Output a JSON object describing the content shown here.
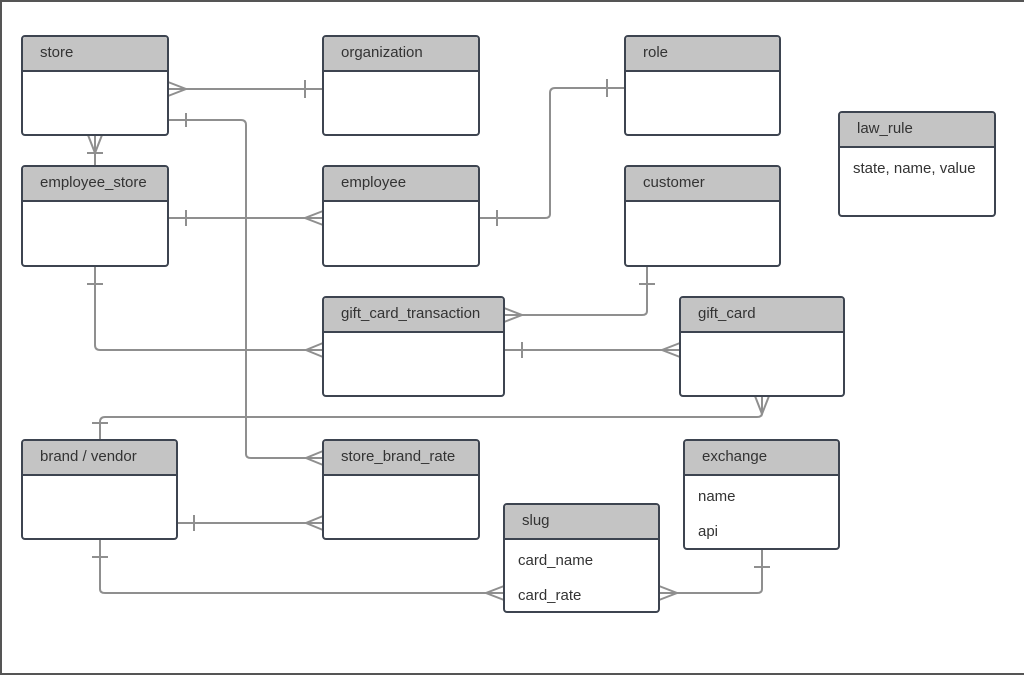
{
  "entities": {
    "store": {
      "name": "store"
    },
    "organization": {
      "name": "organization"
    },
    "role": {
      "name": "role"
    },
    "law_rule": {
      "name": "law_rule",
      "attrs": [
        "state, name, value"
      ]
    },
    "employee_store": {
      "name": "employee_store"
    },
    "employee": {
      "name": "employee"
    },
    "customer": {
      "name": "customer"
    },
    "gift_card_transaction": {
      "name": "gift_card_transaction"
    },
    "gift_card": {
      "name": "gift_card"
    },
    "brand_vendor": {
      "name": "brand / vendor"
    },
    "store_brand_rate": {
      "name": "store_brand_rate"
    },
    "exchange": {
      "name": "exchange",
      "attrs": [
        "name",
        "api"
      ]
    },
    "slug": {
      "name": "slug",
      "attrs": [
        "card_name",
        "card_rate"
      ]
    }
  },
  "colors": {
    "header": "#c4c4c4",
    "border": "#3d4450",
    "connector": "#8f8f8f"
  }
}
